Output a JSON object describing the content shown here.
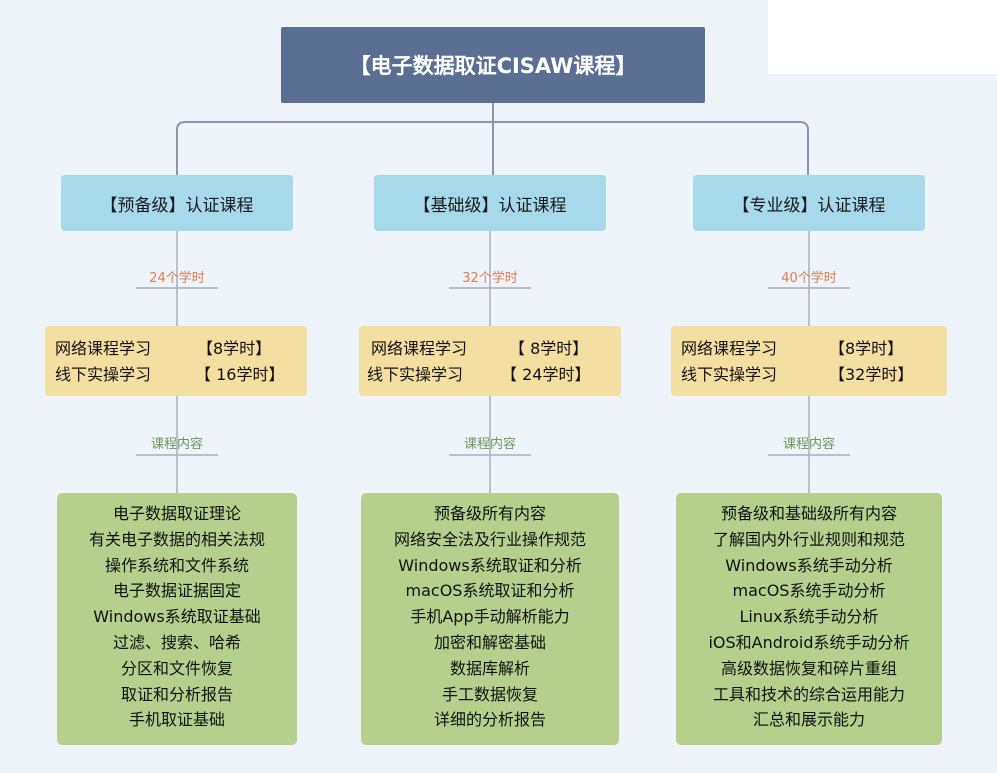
{
  "title": "【电子数据取证CISAW课程】",
  "columns": [
    {
      "level": "【预备级】认证课程",
      "hours_label": "24个学时",
      "study": {
        "online_label": "网络课程学习",
        "online_hours": "【8学时】",
        "offline_label": "线下实操学习",
        "offline_hours": "【 16学时】"
      },
      "content_label": "课程内容",
      "items": [
        "电子数据取证理论",
        "有关电子数据的相关法规",
        "操作系统和文件系统",
        "电子数据证据固定",
        "Windows系统取证基础",
        "过滤、搜索、哈希",
        "分区和文件恢复",
        "取证和分析报告",
        "手机取证基础"
      ]
    },
    {
      "level": "【基础级】认证课程",
      "hours_label": "32个学时",
      "study": {
        "online_label": "网络课程学习",
        "online_hours": "【 8学时】",
        "offline_label": "线下实操学习",
        "offline_hours": "【 24学时】"
      },
      "content_label": "课程内容",
      "items": [
        "预备级所有内容",
        "网络安全法及行业操作规范",
        "Windows系统取证和分析",
        "macOS系统取证和分析",
        "手机App手动解析能力",
        "加密和解密基础",
        "数据库解析",
        "手工数据恢复",
        "详细的分析报告"
      ]
    },
    {
      "level": "【专业级】认证课程",
      "hours_label": "40个学时",
      "study": {
        "online_label": "网络课程学习",
        "online_hours": "【8学时】",
        "offline_label": "线下实操学习",
        "offline_hours": "【32学时】"
      },
      "content_label": "课程内容",
      "items": [
        "预备级和基础级所有内容",
        "了解国内外行业规则和规范",
        "Windows系统手动分析",
        "macOS系统手动分析",
        "Linux系统手动分析",
        "iOS和Android系统手动分析",
        "高级数据恢复和碎片重组",
        "工具和技术的综合运用能力",
        "汇总和展示能力"
      ]
    }
  ]
}
